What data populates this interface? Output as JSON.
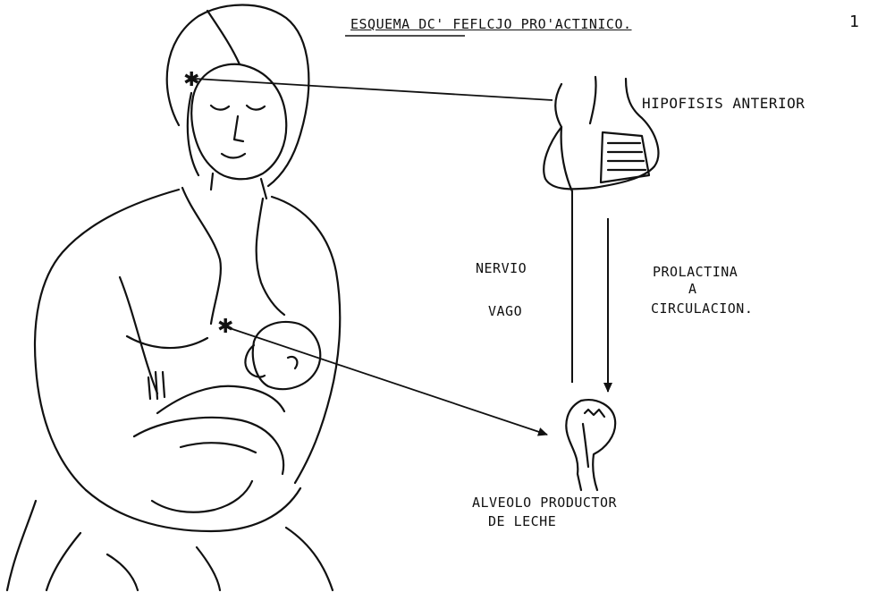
{
  "diagram": {
    "title": "ESQUEMA DC' FEFLCJO PRO'ACTINICO.",
    "page_number": "1",
    "labels": {
      "pituitary": "HIPOFISIS ANTERIOR",
      "nerve_line1": "NERVIO",
      "nerve_line2": "VAGO",
      "hormone_line1": "PROLACTINA",
      "hormone_line2": "A",
      "hormone_line3": "CIRCULACION.",
      "alveolus_line1": "ALVEOLO PRODUCTOR",
      "alveolus_line2": "DE LECHE"
    }
  }
}
